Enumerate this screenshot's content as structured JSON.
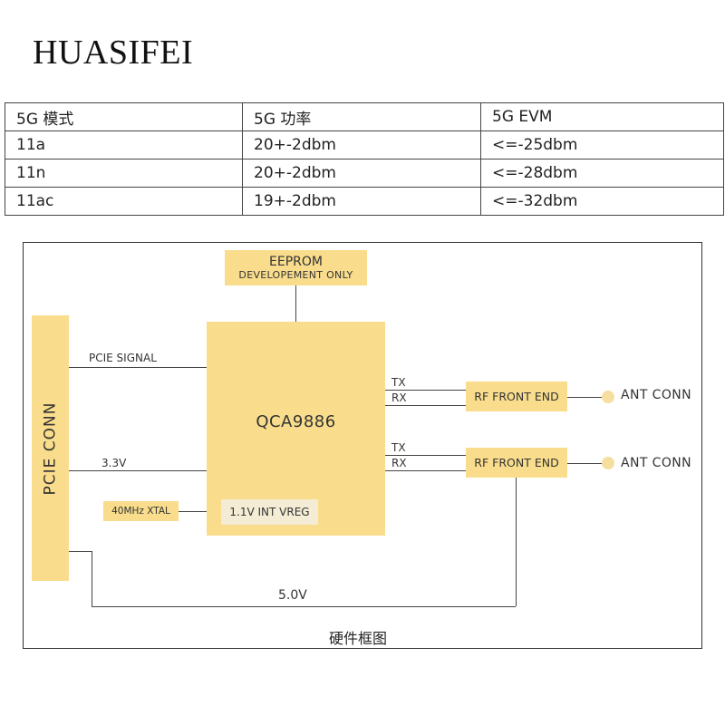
{
  "brand": "HUASIFEI",
  "table": {
    "headers": [
      "5G 模式",
      "5G  功率",
      "5G EVM"
    ],
    "rows": [
      [
        "11a",
        "20+-2dbm",
        "<=-25dbm"
      ],
      [
        "11n",
        "20+-2dbm",
        "<=-28dbm"
      ],
      [
        "11ac",
        "19+-2dbm",
        "<=-32dbm"
      ]
    ]
  },
  "diagram": {
    "eeprom_title": "EEPROM",
    "eeprom_sub": "DEVELOPEMENT ONLY",
    "pcie_conn": "PCIE CONN",
    "pcie_signal": "PCIE SIGNAL",
    "chip": "QCA9886",
    "v33": "3.3V",
    "xtal": "40MHz XTAL",
    "vreg": "1.1V INT VREG",
    "tx1": "TX",
    "rx1": "RX",
    "tx2": "TX",
    "rx2": "RX",
    "rf1": "RF FRONT END",
    "rf2": "RF FRONT END",
    "ant1": "ANT CONN",
    "ant2": "ANT CONN",
    "v50": "5.0V",
    "caption": "硬件框图"
  },
  "colors": {
    "block": "#f9dd8c",
    "line": "#444444"
  }
}
